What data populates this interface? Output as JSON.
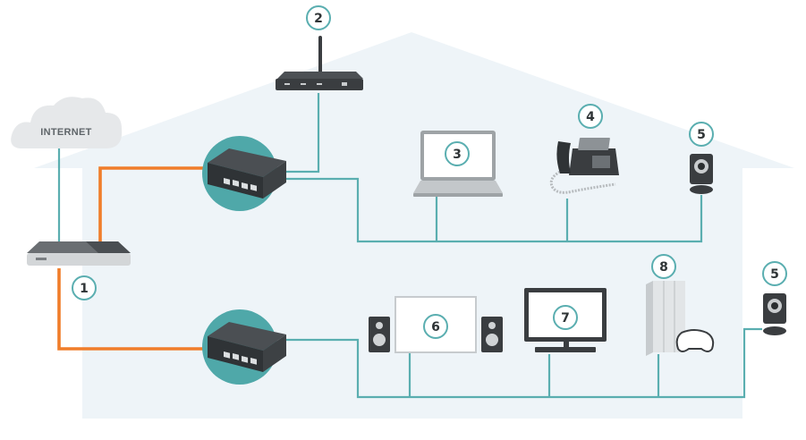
{
  "cloud": {
    "label": "INTERNET"
  },
  "callouts": {
    "modem": "1",
    "router": "2",
    "laptop": "3",
    "phone": "4",
    "camera_upper": "5",
    "camera_lower": "5",
    "tv_speakers": "6",
    "tv": "7",
    "console": "8"
  },
  "colors": {
    "cable_teal": "#5aaeb0",
    "cable_orange": "#f07d2a",
    "switch_circle": "#4fa8a9",
    "house_fill": "#eef4f8"
  }
}
